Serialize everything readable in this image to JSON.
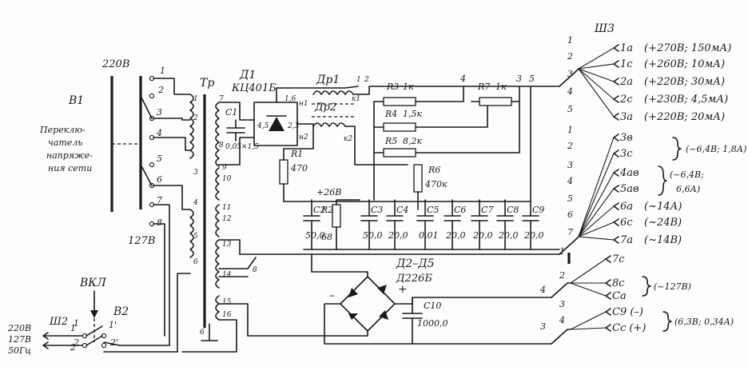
{
  "switch_b1": {
    "voltage_top": "220В",
    "voltage_bottom": "127В",
    "name": "В1",
    "desc_lines": [
      "Переклю-",
      "чатель",
      "напряже-",
      "ния сети"
    ],
    "pins": [
      "1",
      "2",
      "3",
      "4",
      "5",
      "6",
      "7",
      "8"
    ]
  },
  "transformer": {
    "name": "Тр",
    "terminals": [
      "1",
      "2",
      "3",
      "4",
      "5",
      "6",
      "7",
      "8",
      "9",
      "10",
      "11",
      "12",
      "13",
      "14",
      "15",
      "16"
    ]
  },
  "plug_sh2": {
    "name": "Ш2",
    "volt_lines": [
      "220В",
      "127В",
      "50Гц"
    ],
    "pins": [
      "1",
      "2"
    ]
  },
  "switch_b2": {
    "label": "ВКЛ",
    "name": "В2",
    "contacts": [
      "1",
      "2",
      "1'",
      "2'"
    ]
  },
  "diode_bridge": {
    "name": "Д1",
    "part": "КЦ401Б",
    "pins": [
      "1,6",
      "2,3",
      "4,5"
    ]
  },
  "c1": {
    "name": "С1",
    "value": "0,05×1,5"
  },
  "choke": {
    "dr1": "Др1",
    "dr2": "Др2",
    "pins": [
      "н1",
      "к1",
      "н2",
      "к2"
    ],
    "tap_top": "1",
    "tap_right": "2"
  },
  "resistors": {
    "r1": {
      "name": "R1",
      "value": "470"
    },
    "r2": {
      "name": "R2",
      "value": "68"
    },
    "r3": {
      "name": "R3",
      "value": "1к"
    },
    "r4": {
      "name": "R4",
      "value": "1,5к"
    },
    "r5": {
      "name": "R5",
      "value": "8,2к"
    },
    "r6": {
      "name": "R6",
      "value": "470к"
    },
    "r7": {
      "name": "R7",
      "value": "1к"
    }
  },
  "nodes": {
    "n3": "3",
    "n4": "4",
    "n5": "5"
  },
  "plus_26v": "+26В",
  "capacitors": [
    {
      "name": "С2",
      "value": "50,0"
    },
    {
      "name": "С3",
      "value": "50,0"
    },
    {
      "name": "С4",
      "value": "20,0"
    },
    {
      "name": "С5",
      "value": "0,01"
    },
    {
      "name": "С6",
      "value": "20,0"
    },
    {
      "name": "С7",
      "value": "20,0"
    },
    {
      "name": "С8",
      "value": "20,0"
    },
    {
      "name": "С9",
      "value": "20,0"
    }
  ],
  "low_bridge": {
    "range": "Д2–Д5",
    "part": "Д226Б",
    "plus": "+",
    "minus": "–",
    "c10_name": "С10",
    "c10_value": "1000,0",
    "bus_4": "4",
    "bus_3": "3"
  },
  "connector_sh3": {
    "name": "Ш3",
    "pins": [
      {
        "num": "1",
        "contact": "1а",
        "rating": "(+270В; 150мА)"
      },
      {
        "num": "2",
        "contact": "1с",
        "rating": "(+260В; 10мА)"
      },
      {
        "num": "3",
        "contact": "2а",
        "rating": "(+220В; 30мА)"
      },
      {
        "num": "4",
        "contact": "2с",
        "rating": "(+230В; 4,5мА)"
      },
      {
        "num": "5",
        "contact": "3а",
        "rating": "(+220В; 20мА)"
      },
      {
        "num": "1",
        "contact": "3в"
      },
      {
        "num": "2",
        "contact": "3с"
      },
      {
        "num": "3",
        "contact": "4ав"
      },
      {
        "num": "4",
        "contact": "5ав"
      },
      {
        "num": "5",
        "contact": "6а",
        "rating": "(~14А)"
      },
      {
        "num": "6",
        "contact": "6с",
        "rating": "(~24В)"
      },
      {
        "num": "7",
        "contact": "7а",
        "rating": "(~14В)"
      },
      {
        "num": "1",
        "contact": "7с"
      },
      {
        "num": "2",
        "contact": "8с"
      },
      {
        "num": "",
        "contact": "Са"
      },
      {
        "num": "3",
        "contact": "С9 (–)"
      },
      {
        "num": "4",
        "contact": "Сс (+)"
      }
    ],
    "group1_rating": "(~6,4В; 1,8А)",
    "group2_rating_lines": [
      "(~6,4В;",
      "6,6А)"
    ],
    "group3_rating": "(~127В)",
    "group4_rating": "(6,3В; 0,34А)"
  }
}
